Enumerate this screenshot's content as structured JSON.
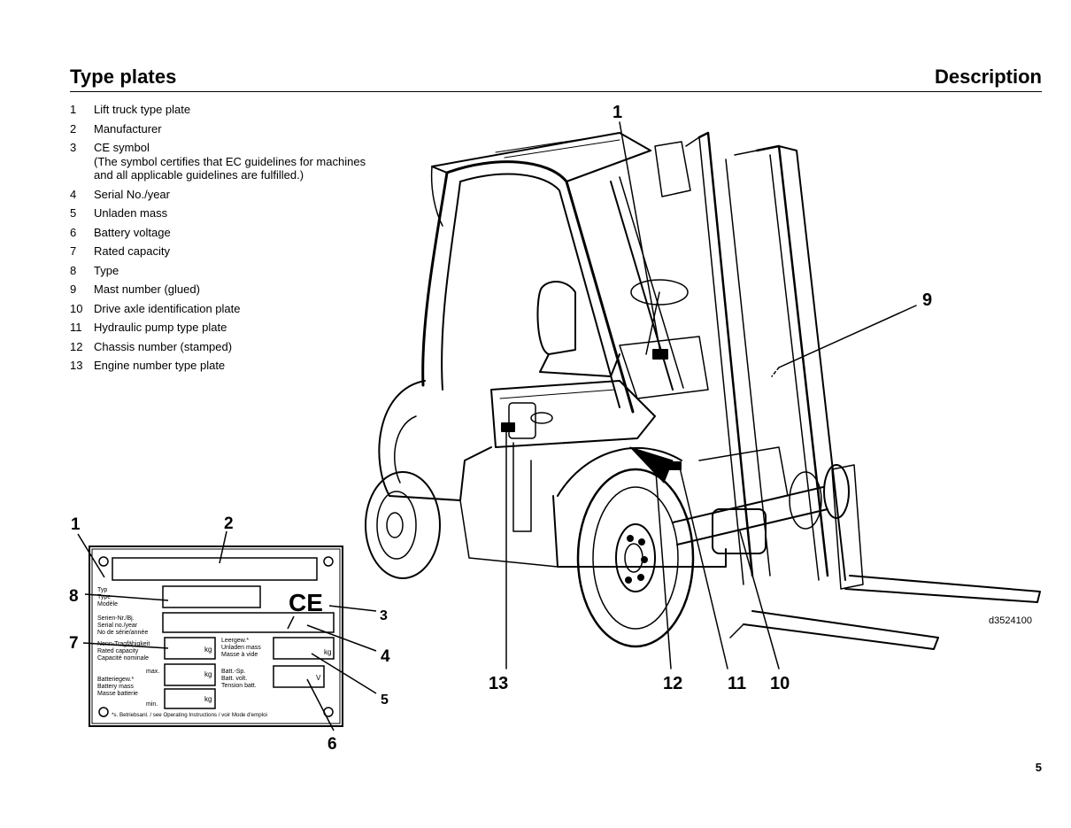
{
  "header": {
    "title_left": "Type plates",
    "title_right": "Description"
  },
  "legend": [
    {
      "num": "1",
      "text": "Lift truck type plate"
    },
    {
      "num": "2",
      "text": "Manufacturer"
    },
    {
      "num": "3",
      "text": "CE symbol",
      "sub1": "(The symbol certifies that EC guidelines for machines",
      "sub2": "and all applicable guidelines are fulfilled.)"
    },
    {
      "num": "4",
      "text": "Serial No./year"
    },
    {
      "num": "5",
      "text": "Unladen mass"
    },
    {
      "num": "6",
      "text": "Battery voltage"
    },
    {
      "num": "7",
      "text": "Rated capacity"
    },
    {
      "num": "8",
      "text": "Type"
    },
    {
      "num": "9",
      "text": "Mast number (glued)"
    },
    {
      "num": "10",
      "text": "Drive axle identification plate"
    },
    {
      "num": "11",
      "text": "Hydraulic pump type plate"
    },
    {
      "num": "12",
      "text": "Chassis number (stamped)"
    },
    {
      "num": "13",
      "text": "Engine number type plate"
    }
  ],
  "figure": {
    "code": "d3524100",
    "callouts": {
      "c1": "1",
      "c9": "9",
      "c13": "13",
      "c12": "12",
      "c11": "11",
      "c10": "10"
    }
  },
  "plate": {
    "callouts": {
      "c1": "1",
      "c2": "2",
      "c8": "8",
      "c3": "3",
      "c7": "7",
      "c4": "4",
      "c5": "5",
      "c6": "6"
    },
    "ce_mark": "CE",
    "units": {
      "kg1": "kg",
      "kg2": "kg",
      "kg3": "kg",
      "v": "V",
      "kg4": "kg"
    },
    "labels": {
      "typ": "Typ",
      "type": "Type",
      "modele": "Modèle",
      "serial1": "Serien-Nr./Bj.",
      "serial2": "Serial no./year",
      "serial3": "No de série/année",
      "rated1": "Nenn-Tragfähigkeit",
      "rated2": "Rated capacity",
      "rated3": "Capacité nominale",
      "leer1": "Leergew.*",
      "leer2": "Unladen mass",
      "leer3": "Masse à vide",
      "batt1": "max.",
      "batt2": "Batteriegew.*",
      "batt3": "Battery mass",
      "batt4": "Masse batterie",
      "batt5": "min.",
      "volt1": "Batt.-Sp.",
      "volt2": "Batt. volt.",
      "volt3": "Tension batt.",
      "footer": "*s. Betriebsanl. / see Operating Instructions / voir Mode d'emploi"
    }
  },
  "page_number": "5"
}
